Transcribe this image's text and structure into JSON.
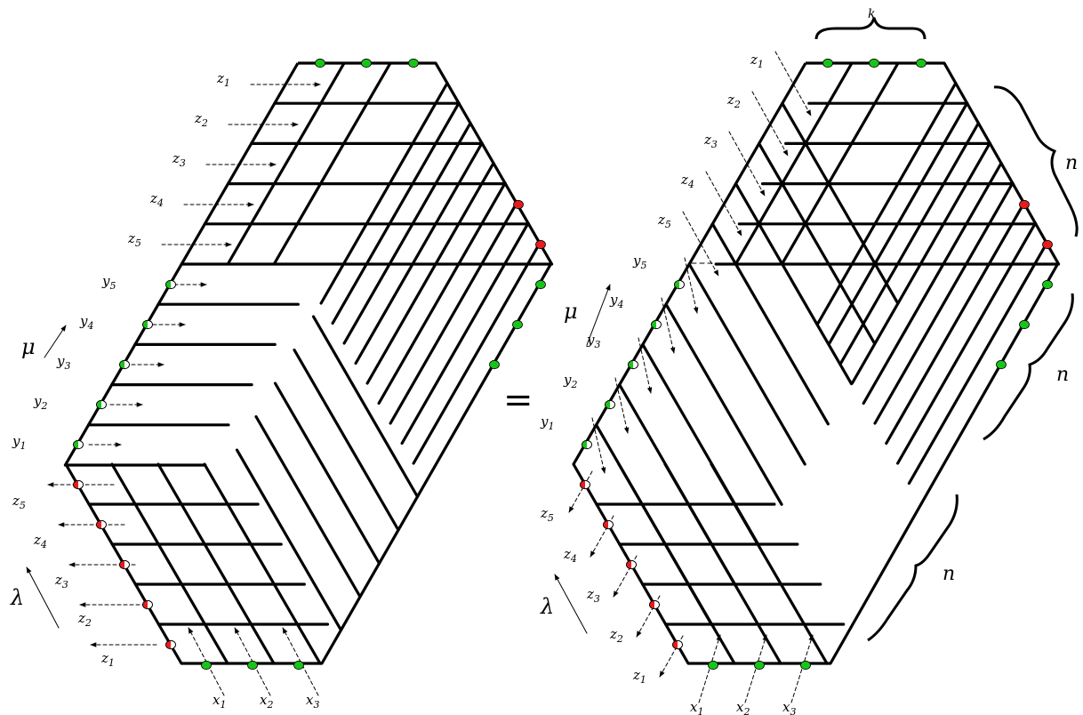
{
  "equals": "=",
  "colors": {
    "green": "#19c419",
    "red": "#e51d1d",
    "white": "#ffffff",
    "line": "#000000"
  },
  "left": {
    "z_top": [
      {
        "v": "z",
        "s": "1"
      },
      {
        "v": "z",
        "s": "2"
      },
      {
        "v": "z",
        "s": "3"
      },
      {
        "v": "z",
        "s": "4"
      },
      {
        "v": "z",
        "s": "5"
      }
    ],
    "y": [
      {
        "v": "y",
        "s": "5"
      },
      {
        "v": "y",
        "s": "4"
      },
      {
        "v": "y",
        "s": "3"
      },
      {
        "v": "y",
        "s": "2"
      },
      {
        "v": "y",
        "s": "1"
      }
    ],
    "z_bottom": [
      {
        "v": "z",
        "s": "5"
      },
      {
        "v": "z",
        "s": "4"
      },
      {
        "v": "z",
        "s": "3"
      },
      {
        "v": "z",
        "s": "2"
      },
      {
        "v": "z",
        "s": "1"
      }
    ],
    "x": [
      {
        "v": "x",
        "s": "1"
      },
      {
        "v": "x",
        "s": "2"
      },
      {
        "v": "x",
        "s": "3"
      }
    ],
    "mu": "μ",
    "lambda": "λ"
  },
  "right": {
    "z_top": [
      {
        "v": "z",
        "s": "1"
      },
      {
        "v": "z",
        "s": "2"
      },
      {
        "v": "z",
        "s": "3"
      },
      {
        "v": "z",
        "s": "4"
      },
      {
        "v": "z",
        "s": "5"
      }
    ],
    "y": [
      {
        "v": "y",
        "s": "5"
      },
      {
        "v": "y",
        "s": "4"
      },
      {
        "v": "y",
        "s": "3"
      },
      {
        "v": "y",
        "s": "2"
      },
      {
        "v": "y",
        "s": "1"
      }
    ],
    "z_bottom": [
      {
        "v": "z",
        "s": "5"
      },
      {
        "v": "z",
        "s": "4"
      },
      {
        "v": "z",
        "s": "3"
      },
      {
        "v": "z",
        "s": "2"
      },
      {
        "v": "z",
        "s": "1"
      }
    ],
    "x": [
      {
        "v": "x",
        "s": "1"
      },
      {
        "v": "x",
        "s": "2"
      },
      {
        "v": "x",
        "s": "3"
      }
    ],
    "mu": "μ",
    "lambda": "λ",
    "k": "k",
    "n_labels": [
      "n",
      "n",
      "n"
    ]
  }
}
